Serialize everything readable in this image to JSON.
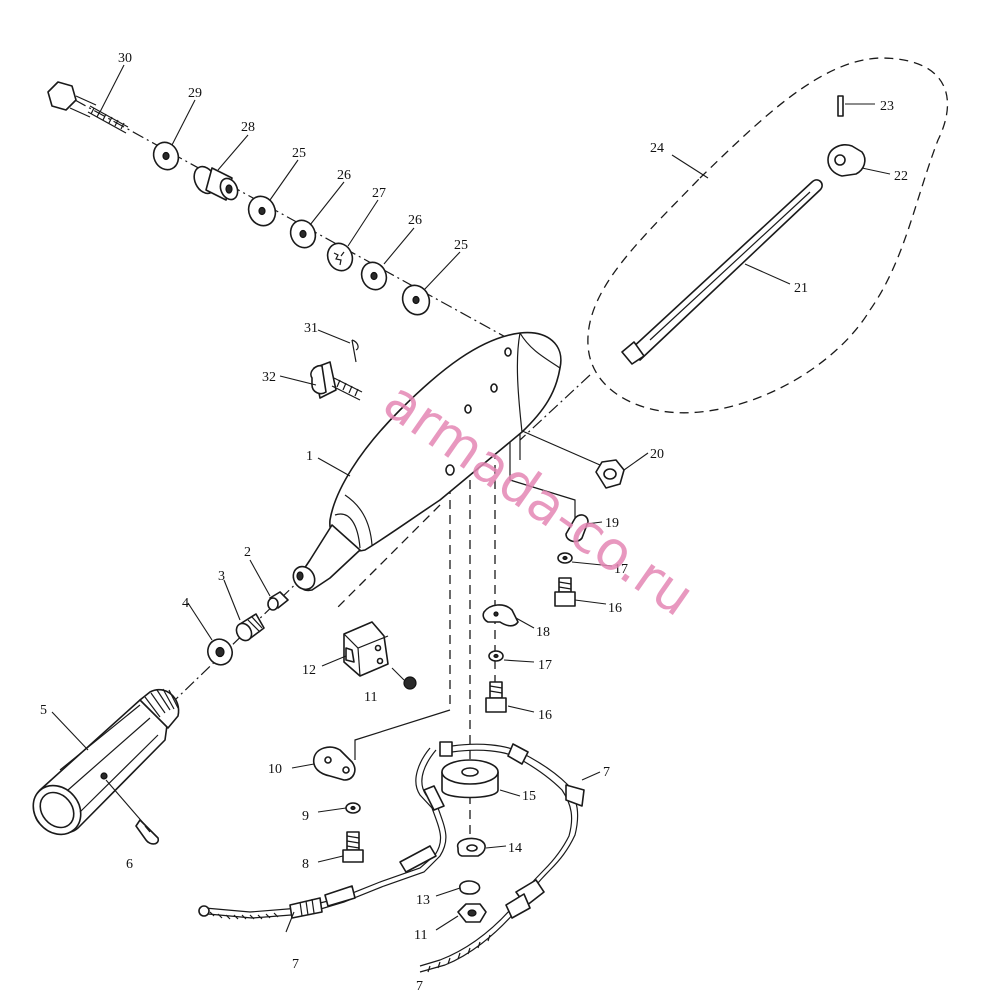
{
  "watermark": "armada-co.ru",
  "labels": {
    "l1": "1",
    "l2": "2",
    "l3": "3",
    "l4": "4",
    "l5": "5",
    "l6": "6",
    "l7a": "7",
    "l7b": "7",
    "l7c": "7",
    "l8": "8",
    "l9": "9",
    "l10": "10",
    "l11a": "11",
    "l11b": "11",
    "l12": "12",
    "l13": "13",
    "l14": "14",
    "l15": "15",
    "l16a": "16",
    "l16b": "16",
    "l17a": "17",
    "l17b": "17",
    "l18": "18",
    "l19": "19",
    "l20": "20",
    "l21": "21",
    "l22": "22",
    "l23": "23",
    "l24": "24",
    "l25a": "25",
    "l25b": "25",
    "l26a": "26",
    "l26b": "26",
    "l27": "27",
    "l28": "28",
    "l29": "29",
    "l30": "30",
    "l31": "31",
    "l32": "32"
  }
}
